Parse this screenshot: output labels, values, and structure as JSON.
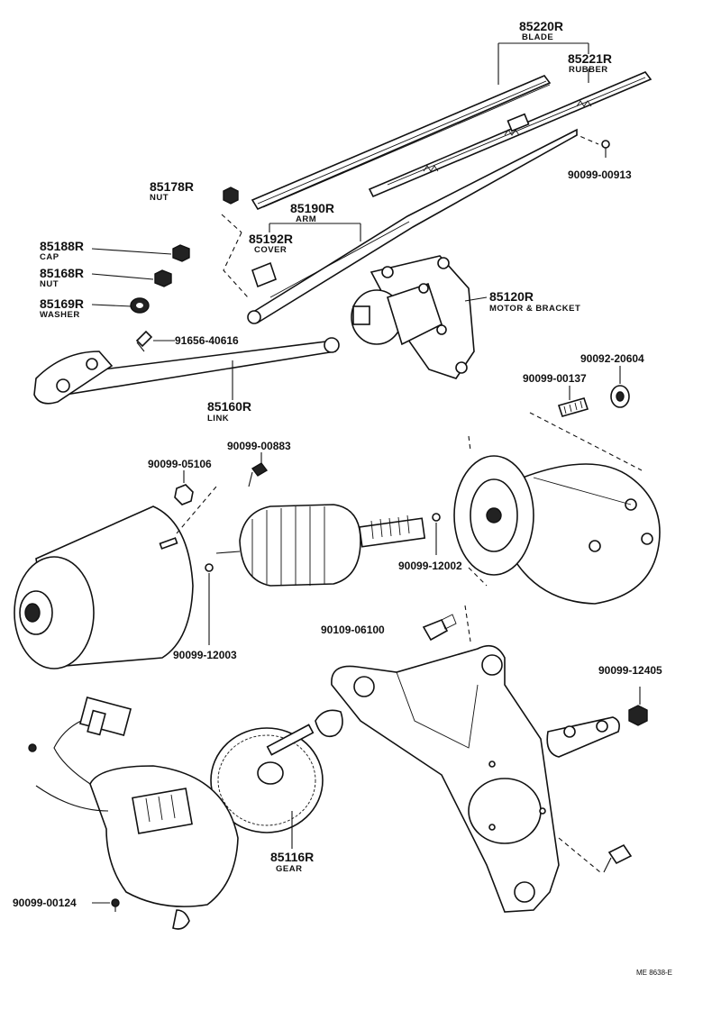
{
  "labels": {
    "blade": {
      "num": "85220R",
      "name": "BLADE"
    },
    "rubber": {
      "num": "85221R",
      "name": "RUBBER"
    },
    "screw_913": {
      "num": "90099-00913"
    },
    "nut_178": {
      "num": "85178R",
      "name": "NUT"
    },
    "arm": {
      "num": "85190R",
      "name": "ARM"
    },
    "cover": {
      "num": "85192R",
      "name": "COVER"
    },
    "cap": {
      "num": "85188R",
      "name": "CAP"
    },
    "nut_168": {
      "num": "85168R",
      "name": "NUT"
    },
    "washer": {
      "num": "85169R",
      "name": "WASHER"
    },
    "bolt_616": {
      "num": "91656-40616"
    },
    "motor": {
      "num": "85120R",
      "name": "MOTOR & BRACKET"
    },
    "link": {
      "num": "85160R",
      "name": "LINK"
    },
    "washer_604": {
      "num": "90092-20604"
    },
    "screw_137": {
      "num": "90099-00137"
    },
    "screw_883": {
      "num": "90099-00883"
    },
    "nut_106": {
      "num": "90099-05106"
    },
    "ball_002": {
      "num": "90099-12002"
    },
    "ball_003": {
      "num": "90099-12003"
    },
    "stud_100": {
      "num": "90109-06100"
    },
    "nut_405": {
      "num": "90099-12405"
    },
    "gear": {
      "num": "85116R",
      "name": "GEAR"
    },
    "screw_124": {
      "num": "90099-00124"
    }
  },
  "footer": {
    "code": "ME  8638-E"
  }
}
